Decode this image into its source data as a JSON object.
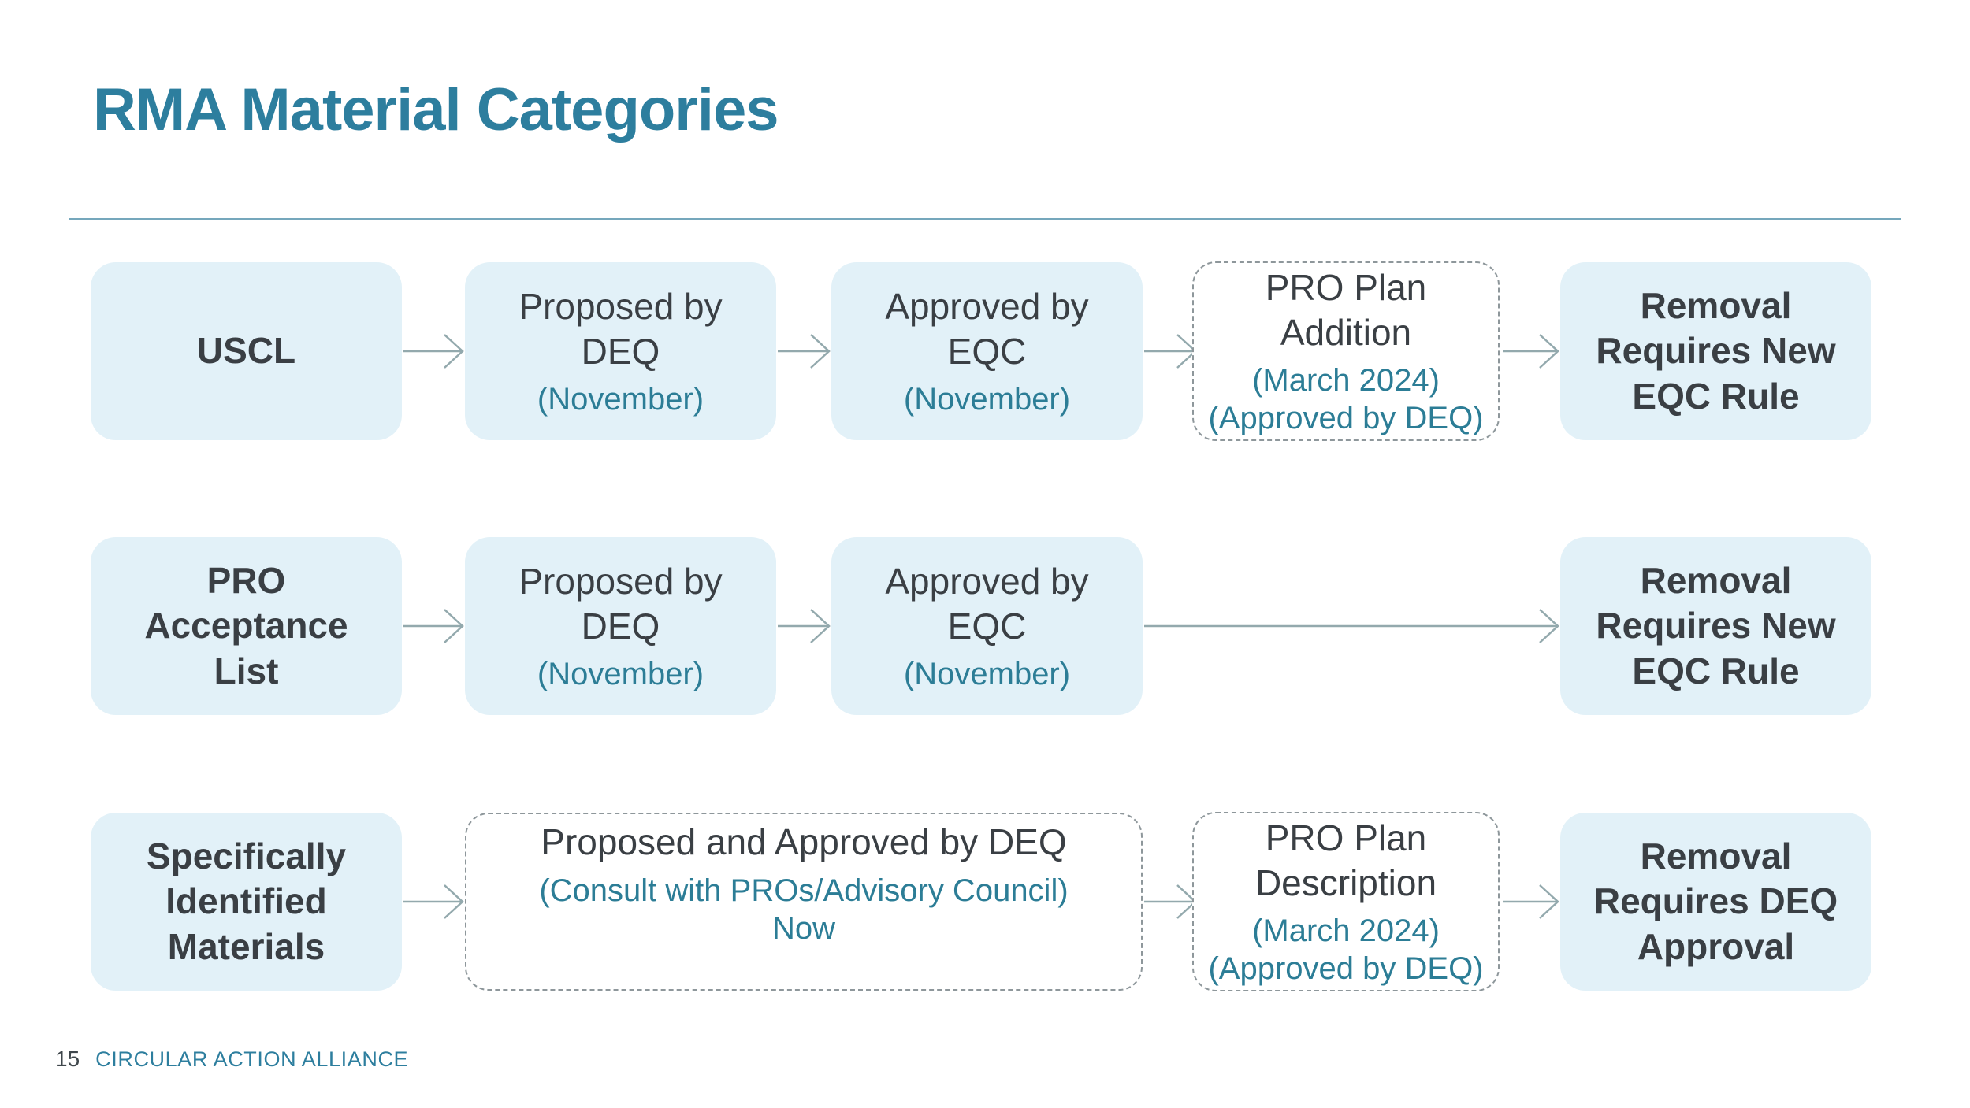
{
  "slide": {
    "title": "RMA Material Categories",
    "page_number": "15",
    "brand": "CIRCULAR ACTION ALLIANCE"
  },
  "colors": {
    "accent": "#2D7E9E",
    "teal": "#2C7D96",
    "dark": "#3A3F44",
    "fill": "#E2F1F8",
    "arrow": "#93A9AD",
    "dash": "#8E979B",
    "divider": "#75A7BC"
  },
  "nodes": {
    "r1c1": {
      "main": [
        "USCL"
      ]
    },
    "r1c2": {
      "main": [
        "Proposed by",
        "DEQ"
      ],
      "sub": [
        "(November)"
      ]
    },
    "r1c3": {
      "main": [
        "Approved by",
        "EQC"
      ],
      "sub": [
        "(November)"
      ]
    },
    "r1c4": {
      "main": [
        "PRO Plan",
        "Addition"
      ],
      "sub": [
        "(March 2024)",
        "(Approved by DEQ)"
      ]
    },
    "r1c5": {
      "main": [
        "Removal",
        "Requires New",
        "EQC Rule"
      ]
    },
    "r2c1": {
      "main": [
        "PRO",
        "Acceptance",
        "List"
      ]
    },
    "r2c2": {
      "main": [
        "Proposed by",
        "DEQ"
      ],
      "sub": [
        "(November)"
      ]
    },
    "r2c3": {
      "main": [
        "Approved by",
        "EQC"
      ],
      "sub": [
        "(November)"
      ]
    },
    "r2c5": {
      "main": [
        "Removal",
        "Requires New",
        "EQC Rule"
      ]
    },
    "r3c1": {
      "main": [
        "Specifically",
        "Identified",
        "Materials"
      ]
    },
    "r3c23": {
      "main": [
        "Proposed and Approved by DEQ"
      ],
      "sub": [
        "(Consult with PROs/Advisory Council)",
        "Now"
      ]
    },
    "r3c4": {
      "main": [
        "PRO Plan",
        "Description"
      ],
      "sub": [
        "(March 2024)",
        "(Approved by DEQ)"
      ]
    },
    "r3c5": {
      "main": [
        "Removal",
        "Requires DEQ",
        "Approval"
      ]
    }
  }
}
